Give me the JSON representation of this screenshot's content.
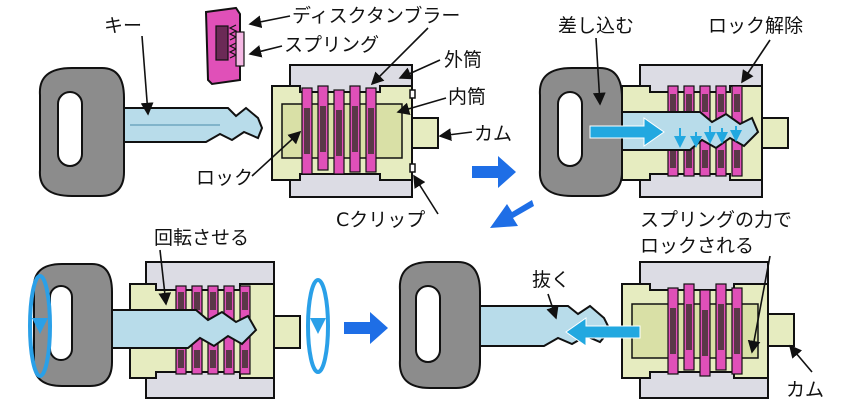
{
  "labels": {
    "key": "キー",
    "disc_tumbler": "ディスクタンブラー",
    "spring": "スプリング",
    "outer_cylinder": "外筒",
    "inner_cylinder": "内筒",
    "cam": "カム",
    "lock": "ロック",
    "c_clip": "Cクリップ",
    "insert": "差し込む",
    "unlock": "ロック解除",
    "rotate": "回転させる",
    "pull_out": "抜く",
    "spring_lock_line1": "スプリングの力で",
    "spring_lock_line2": "ロックされる",
    "cam_2": "カム"
  },
  "colors": {
    "key_head": "#8c8c8c",
    "key_blade": "#b8dcea",
    "outer_housing": "#dcdce4",
    "inner_cylinder": "#e6ecc0",
    "tumbler": "#e050b8",
    "tumbler_dark": "#5a3848",
    "arrow_blue": "#1e6ee6",
    "arrow_cyan": "#22a8e0",
    "rotate_ring": "#2aa0e8"
  },
  "icons": {
    "motion_arrow": "blue-arrow-icon",
    "rotation": "rotate-arrow-icon"
  }
}
